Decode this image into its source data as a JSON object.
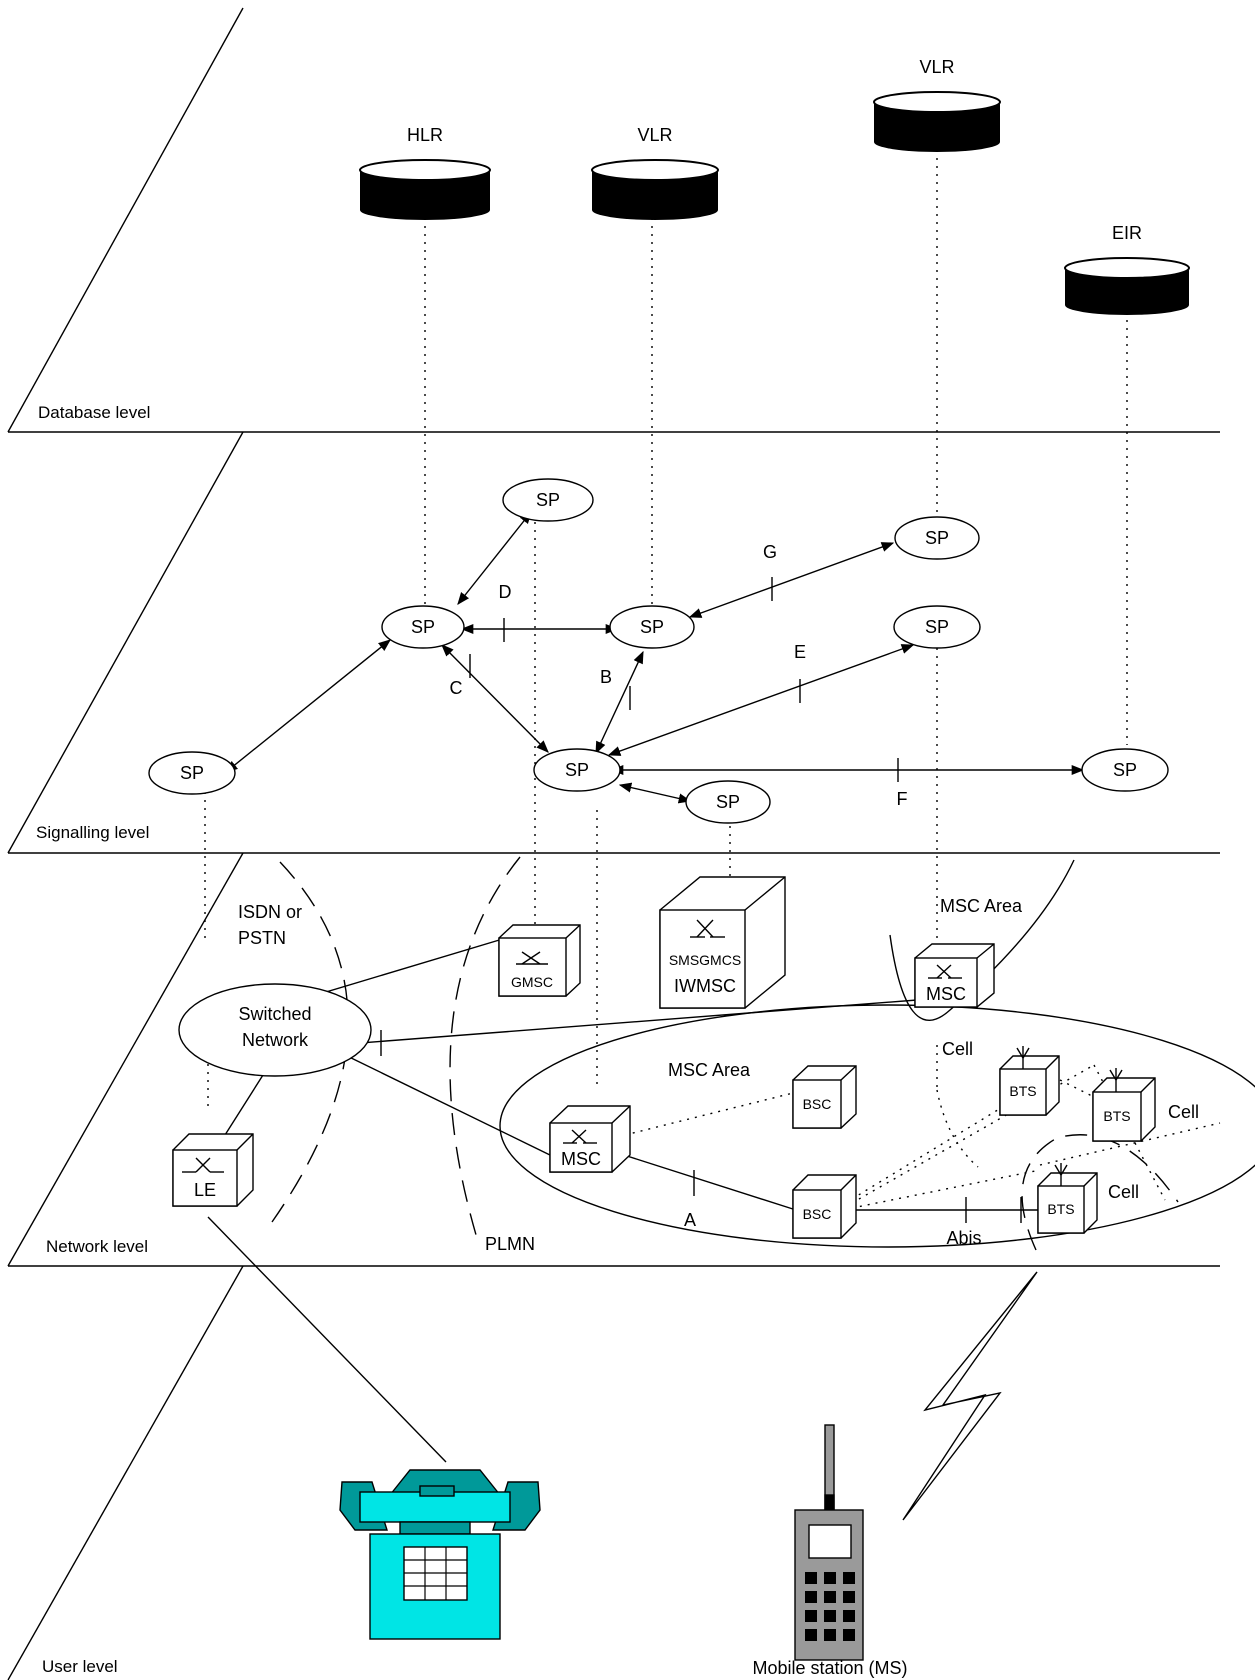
{
  "levels": {
    "database": "Database level",
    "signalling": "Signalling level",
    "network": "Network level",
    "user": "User level"
  },
  "databases": {
    "hlr": "HLR",
    "vlr1": "VLR",
    "vlr2": "VLR",
    "eir": "EIR"
  },
  "signalling_points": {
    "label": "SP"
  },
  "interfaces": {
    "b": "B",
    "c": "C",
    "d": "D",
    "e": "E",
    "f": "F",
    "g": "G",
    "a": "A",
    "abis": "Abis"
  },
  "network": {
    "isdn_pstn_line1": "ISDN or",
    "isdn_pstn_line2": "PSTN",
    "switched_line1": "Switched",
    "switched_line2": "Network",
    "plmn": "PLMN",
    "msc_area_top": "MSC Area",
    "msc_area_inner": "MSC Area",
    "gmsc": "GMSC",
    "smsgmcs": "SMSGMCS",
    "iwmsc": "IWMSC",
    "msc": "MSC",
    "msc_inner": "MSC",
    "le": "LE",
    "bsc1": "BSC",
    "bsc2": "BSC",
    "bts": "BTS",
    "cell": "Cell"
  },
  "user": {
    "mobile_station": "Mobile station (MS)"
  },
  "colors": {
    "line": "#000000",
    "database_fill": "#000000",
    "phone_teal": "#00e5e5",
    "phone_dark_teal": "#009999",
    "mobile_gray": "#9a9a9a"
  }
}
